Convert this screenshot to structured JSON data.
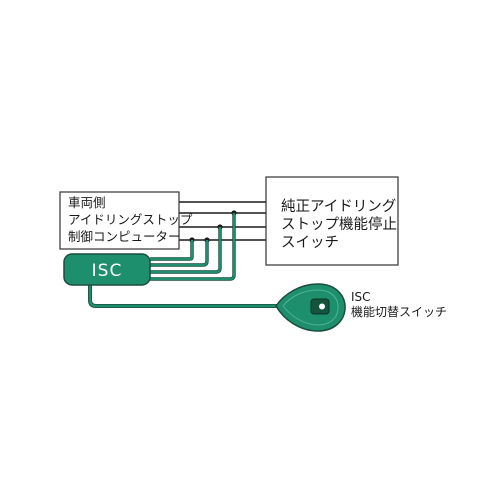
{
  "vehicle_computer": {
    "lines": [
      "車両側",
      "アイドリングストップ",
      "制御コンピューター"
    ]
  },
  "stock_switch": {
    "lines": [
      "純正アイドリング",
      "ストップ機能停止",
      "スイッチ"
    ]
  },
  "isc_unit": {
    "label": "ISC"
  },
  "isc_switch": {
    "caption_lines": [
      "ISC",
      "機能切替スイッチ"
    ]
  },
  "colors": {
    "harness": "#1e8f6d",
    "harness_dark": "#1b4d3e",
    "wire": "#1a1a1a",
    "box_border": "#333333"
  }
}
